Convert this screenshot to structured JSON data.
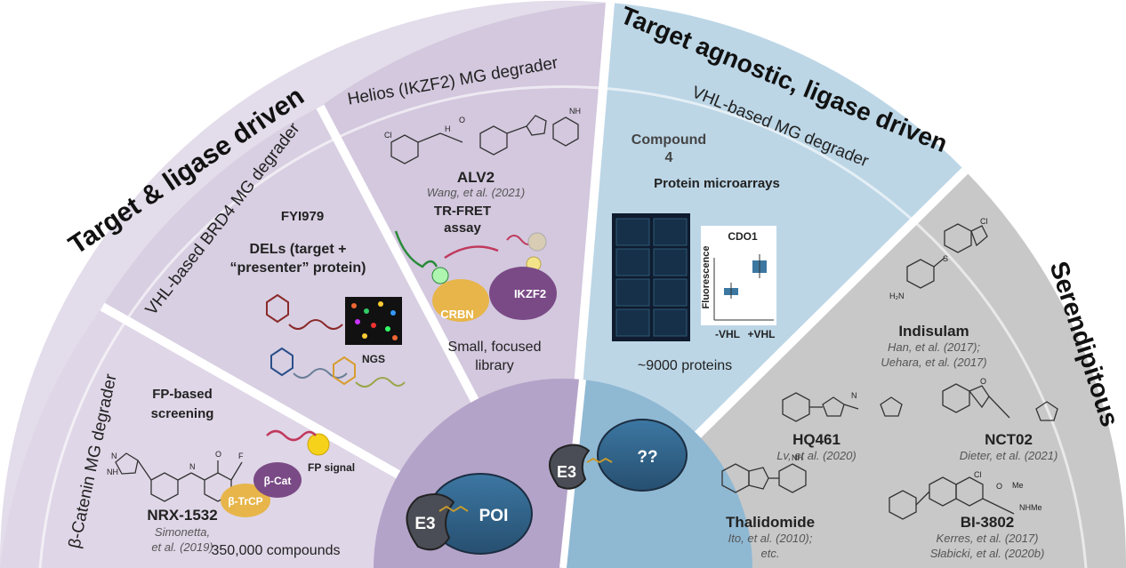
{
  "headings": {
    "target_ligase": "Target & ligase driven",
    "target_agnostic": "Target agnostic, ligase driven",
    "serendipitous": "Serendipitous"
  },
  "sections": {
    "beta_catenin": {
      "title": "β-Catenin MG degrader",
      "method": [
        "FP-based",
        "screening"
      ],
      "compound": "NRX-1532",
      "citation": [
        "Simonetta,",
        "et al. (2019)"
      ],
      "count": "350,000 compounds",
      "proteins": {
        "a": "β-TrCP",
        "b": "β-Cat"
      },
      "signal": "FP signal"
    },
    "brd4": {
      "title": "VHL-based BRD4 MG degrader",
      "compound": "FYI979",
      "method": [
        "DELs (target +",
        "“presenter” protein)"
      ],
      "ngs": "NGS"
    },
    "helios": {
      "title": "Helios (IKZF2) MG degrader",
      "compound": "ALV2",
      "citation": "Wang, et al. (2021)",
      "assay": [
        "TR-FRET",
        "assay"
      ],
      "proteins": {
        "a": "CRBN",
        "b": "IKZF2"
      },
      "library": [
        "Small, focused",
        "library"
      ]
    },
    "vhl": {
      "title": "VHL-based MG degrader",
      "compound": [
        "Compound",
        "4"
      ],
      "method": "Protein microarrays",
      "plot_title": "CDO1",
      "ylabel": "Fluorescence",
      "xlabels": [
        "-VHL",
        "+VHL"
      ],
      "count": "~9000 proteins"
    },
    "serendipitous": {
      "indisulam": {
        "name": "Indisulam",
        "citation": [
          "Han, et al. (2017);",
          "Uehara, et al. (2017)"
        ]
      },
      "hq461": {
        "name": "HQ461",
        "citation": "Lv, et al. (2020)"
      },
      "nct02": {
        "name": "NCT02",
        "citation": "Dieter, et al. (2021)"
      },
      "thalidomide": {
        "name": "Thalidomide",
        "citation": [
          "Ito, et al. (2010);",
          "etc."
        ]
      },
      "bi3802": {
        "name": "BI-3802",
        "citation": [
          "Kerres, et al. (2017)",
          "Słabicki, et al. (2020b)"
        ]
      }
    }
  },
  "center": {
    "e3": "E3",
    "poi": "POI",
    "e3_b": "E3",
    "unknown": "??"
  },
  "chem_labels": {
    "cl": "Cl",
    "h": "H",
    "n": "N",
    "nh": "NH",
    "o": "O",
    "s": "S",
    "f": "F",
    "me": "Me",
    "nhme": "NHMe",
    "h2n": "H₂N"
  },
  "colors": {
    "lavender": "#e3dcea",
    "lavender_dark": "#cfc4dc",
    "center_purple": "#b4a3c9",
    "blue": "#bcd6e6",
    "blue_dark": "#8fb8d3",
    "grey": "#c8c8c8",
    "poi": "#2f5f86",
    "e3": "#4a4d55",
    "crbn": "#e7b54a",
    "ikzf2": "#7a4a86"
  }
}
